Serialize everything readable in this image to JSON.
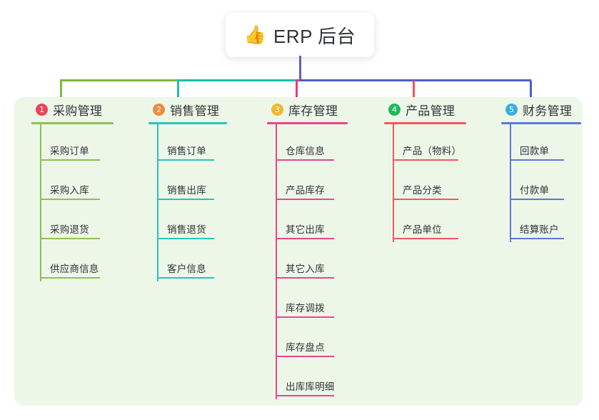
{
  "root": {
    "icon": "thumbs-up-emoji",
    "emoji": "👍",
    "title": "ERP 后台"
  },
  "board": {
    "background_color": "#edf7e8"
  },
  "connector_colors": {
    "trunk": "#5c5fc8",
    "branch_1": "#7fba3d",
    "branch_2": "#16bfb0",
    "branch_3": "#e8368f",
    "branch_4": "#f4575c",
    "branch_5": "#4a5ec4"
  },
  "columns": [
    {
      "index": "1",
      "badge_color": "#f2415a",
      "line_color": "#8cc152",
      "title": "采购管理",
      "items": [
        "采购订单",
        "采购入库",
        "采购退货",
        "供应商信息"
      ]
    },
    {
      "index": "2",
      "badge_color": "#f08a3c",
      "line_color": "#27c3bd",
      "title": "销售管理",
      "items": [
        "销售订单",
        "销售出库",
        "销售退货",
        "客户信息"
      ]
    },
    {
      "index": "3",
      "badge_color": "#f5b731",
      "line_color": "#e8468e",
      "title": "库存管理",
      "items": [
        "仓库信息",
        "产品库存",
        "其它出库",
        "其它入库",
        "库存调拨",
        "库存盘点",
        "出库库明细"
      ]
    },
    {
      "index": "4",
      "badge_color": "#22b85c",
      "line_color": "#f4575c",
      "title": "产品管理",
      "items": [
        "产品（物料）",
        "产品分类",
        "产品单位"
      ]
    },
    {
      "index": "5",
      "badge_color": "#3baee0",
      "line_color": "#5c79d6",
      "title": "财务管理",
      "items": [
        "回款单",
        "付款单",
        "结算账户"
      ]
    }
  ]
}
